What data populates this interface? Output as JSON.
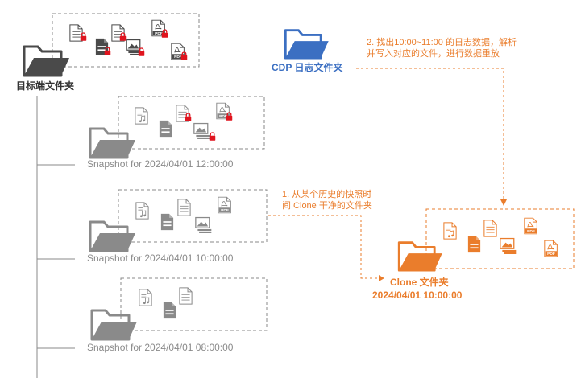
{
  "target_folder": {
    "label": "目标端文件夹"
  },
  "cdp_folder": {
    "label": "CDP 日志文件夹",
    "color": "#3b6fc2"
  },
  "snapshots": [
    {
      "label": "Snapshot for 2024/04/01 12:00:00"
    },
    {
      "label": "Snapshot for 2024/04/01 10:00:00"
    },
    {
      "label": "Snapshot for 2024/04/01 08:00:00"
    }
  ],
  "clone_folder": {
    "label_line1": "Clone 文件夹",
    "label_line2": "2024/04/01 10:00:00",
    "color": "#ea7d2c"
  },
  "step1": {
    "line1": "1. 从某个历史的快照时",
    "line2": "间 Clone 干净的文件夹"
  },
  "step2": {
    "line1": "2. 找出10:00~11:00 的日志数据，解析",
    "line2": "并写入对应的文件，进行数据重放"
  },
  "icons": {
    "folder": "folder-icon",
    "doc": "document-icon",
    "audio": "audio-file-icon",
    "image": "image-file-icon",
    "pdf": "pdf-file-icon",
    "lock": "lock-icon"
  },
  "colors": {
    "gray": "#8a8a8a",
    "dark": "#4a4a4a",
    "orange": "#ea7d2c",
    "blue": "#3b6fc2",
    "lock": "#e0141e"
  }
}
